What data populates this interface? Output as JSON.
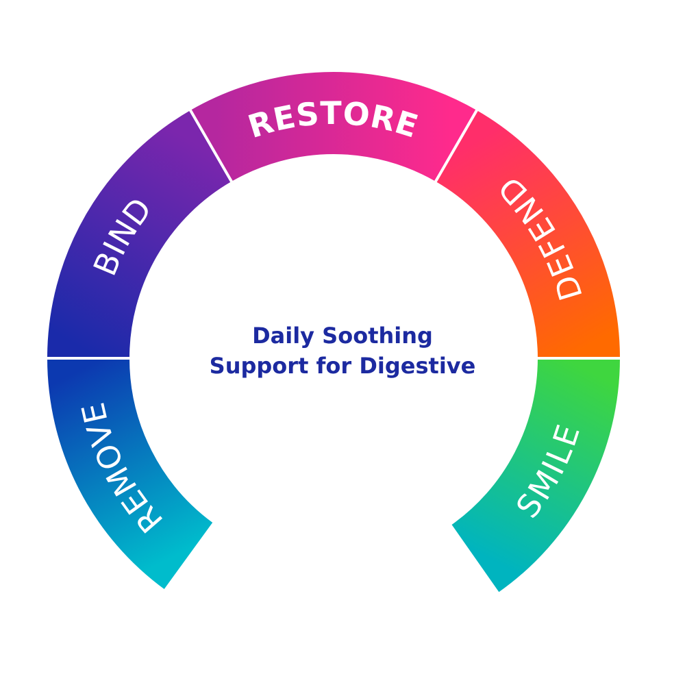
{
  "diagram": {
    "center_text": {
      "line1": "Daily Soothing",
      "line2": "Support for Digestive"
    },
    "segments": [
      {
        "id": "remove",
        "label": "REMOVE",
        "start_angle": 216,
        "end_angle": 270,
        "gradient": [
          "#00bccc",
          "#0c39b0"
        ],
        "text_flip": false,
        "bold": false
      },
      {
        "id": "bind",
        "label": "BIND",
        "start_angle": 270,
        "end_angle": 330,
        "gradient": [
          "#1a2aaa",
          "#7b26ad"
        ],
        "text_flip": false,
        "bold": false
      },
      {
        "id": "restore",
        "label": "RESTORE",
        "start_angle": 330,
        "end_angle": 30,
        "gradient": [
          "#b5279f",
          "#ff2a8c"
        ],
        "text_flip": false,
        "bold": true
      },
      {
        "id": "defend",
        "label": "DEFEND",
        "start_angle": 30,
        "end_angle": 90,
        "gradient": [
          "#ff2e6a",
          "#ff6a00"
        ],
        "text_flip": true,
        "bold": false
      },
      {
        "id": "smile",
        "label": "SMILE",
        "start_angle": 90,
        "end_angle": 145,
        "gradient": [
          "#3fd63f",
          "#00b4bf"
        ],
        "text_flip": true,
        "bold": false
      }
    ]
  }
}
